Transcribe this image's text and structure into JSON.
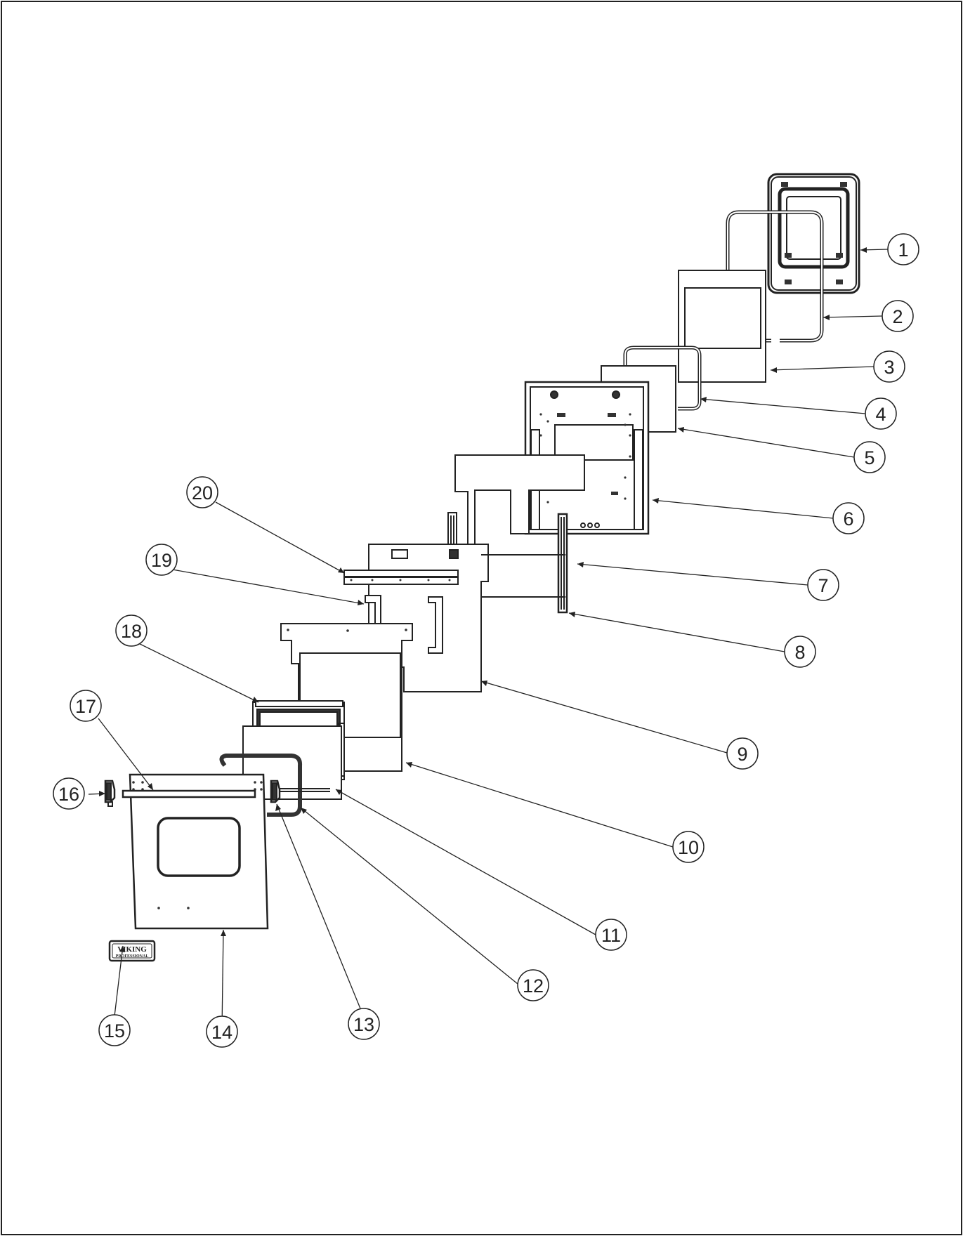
{
  "diagram_title": "",
  "callouts": [
    {
      "id": "callout-1",
      "label": "1"
    },
    {
      "id": "callout-2",
      "label": "2"
    },
    {
      "id": "callout-3",
      "label": "3"
    },
    {
      "id": "callout-4",
      "label": "4"
    },
    {
      "id": "callout-5",
      "label": "5"
    },
    {
      "id": "callout-6",
      "label": "6"
    },
    {
      "id": "callout-7",
      "label": "7"
    },
    {
      "id": "callout-8",
      "label": "8"
    },
    {
      "id": "callout-9",
      "label": "9"
    },
    {
      "id": "callout-10",
      "label": "10"
    },
    {
      "id": "callout-11",
      "label": "11"
    },
    {
      "id": "callout-12",
      "label": "12"
    },
    {
      "id": "callout-13",
      "label": "13"
    },
    {
      "id": "callout-14",
      "label": "14"
    },
    {
      "id": "callout-15",
      "label": "15"
    },
    {
      "id": "callout-16",
      "label": "16"
    },
    {
      "id": "callout-17",
      "label": "17"
    },
    {
      "id": "callout-18",
      "label": "18"
    },
    {
      "id": "callout-19",
      "label": "19"
    },
    {
      "id": "callout-20",
      "label": "20"
    }
  ],
  "logo": {
    "brand_text": "VIKING",
    "sub_text": "PROFESSIONAL"
  },
  "colors": {
    "line": "#222222",
    "background": "#ffffff",
    "fill_light": "#f7f7f7",
    "dark": "#333333"
  }
}
